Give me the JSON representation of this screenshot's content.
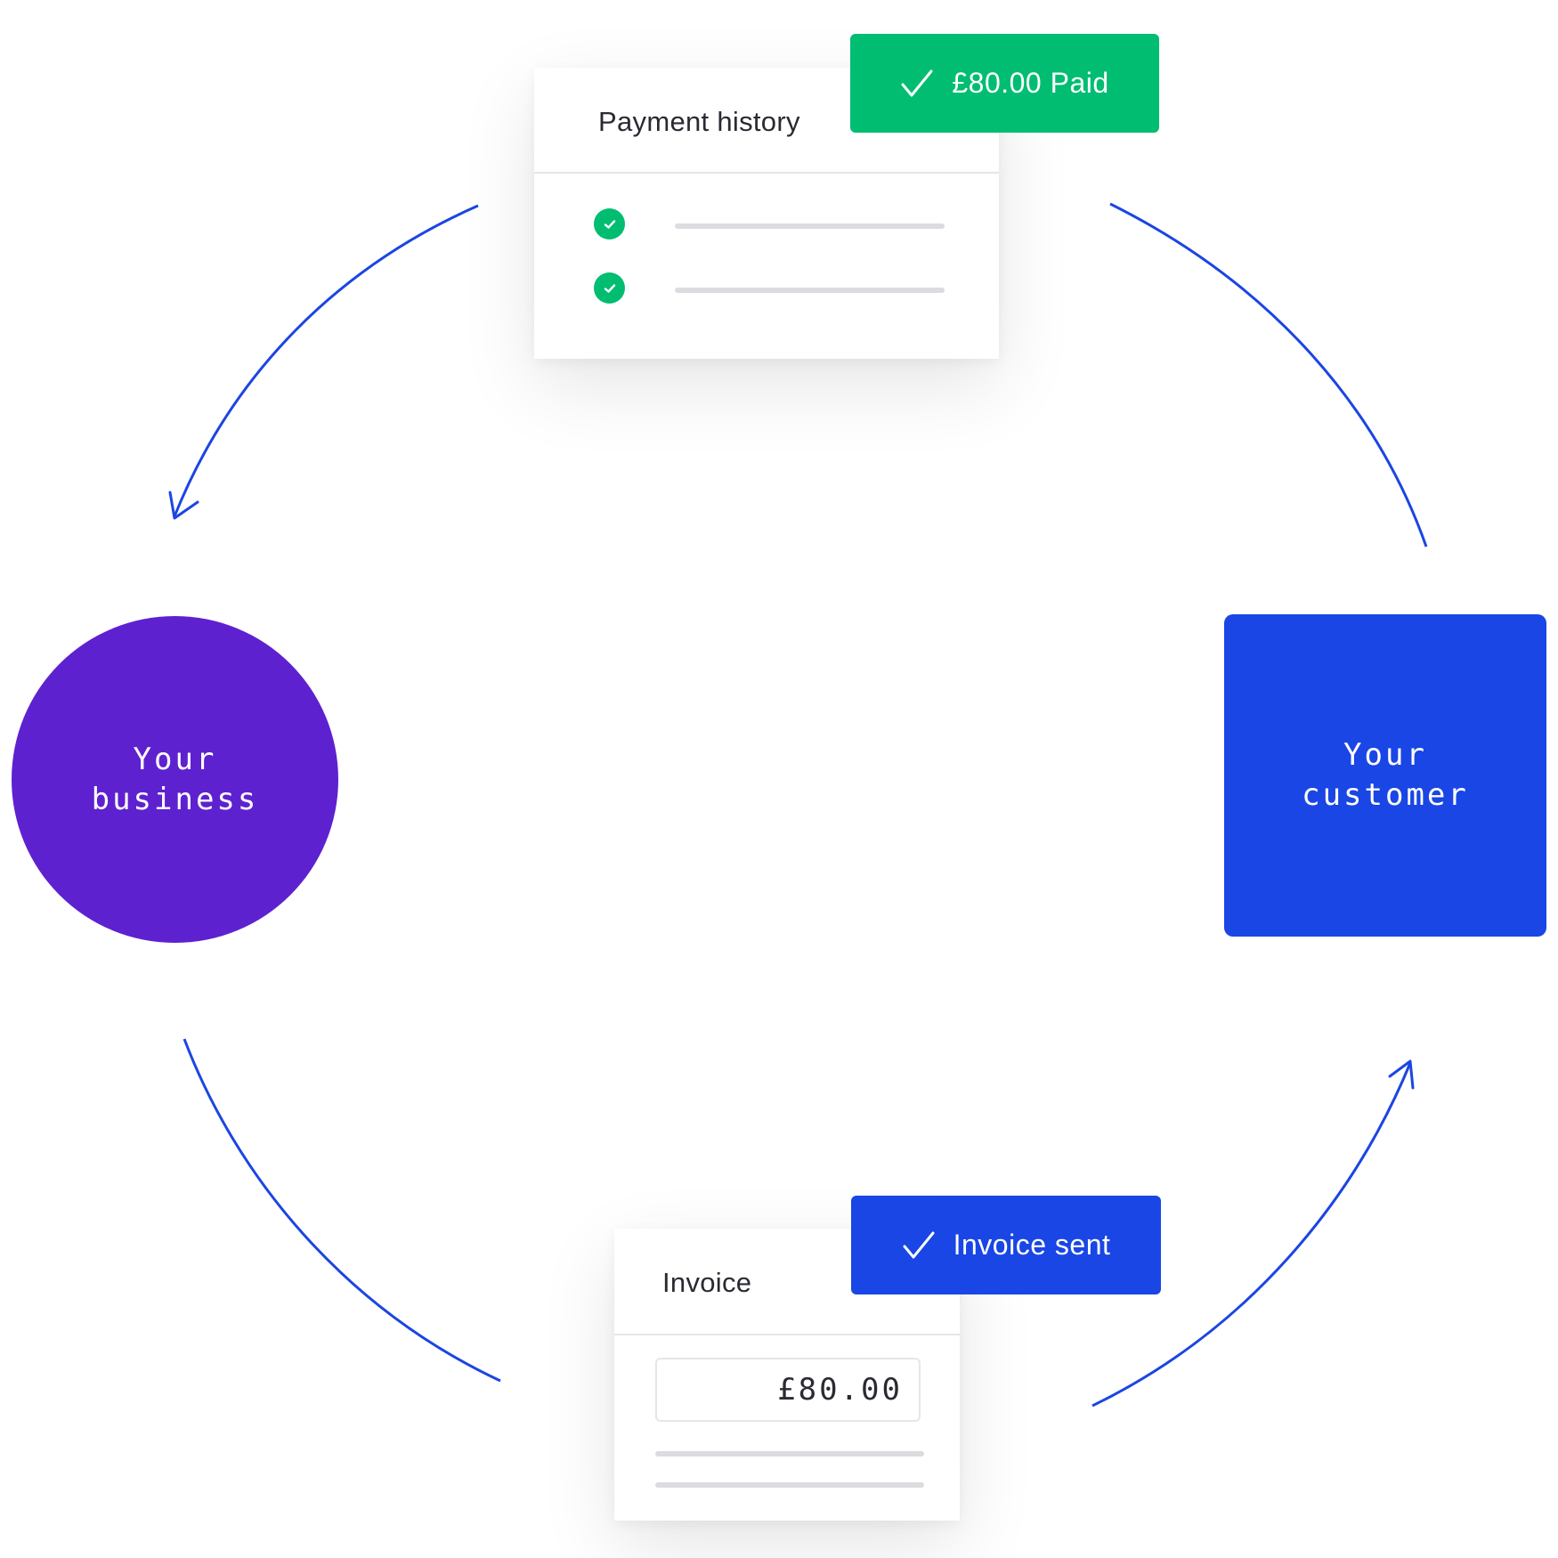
{
  "colors": {
    "arrow": "#1B45E3",
    "business": "#5E21D0",
    "customer": "#1946E5",
    "paid": "#00BD72",
    "sent": "#1946E5",
    "check_dot": "#00BD72"
  },
  "nodes": {
    "business_line1": "Your",
    "business_line2": "business",
    "customer_line1": "Your",
    "customer_line2": "customer"
  },
  "payment_history": {
    "title": "Payment history",
    "badge_icon": "checkmark-icon",
    "badge_label": "£80.00 Paid",
    "row_icon": "check-circle-icon"
  },
  "invoice": {
    "title": "Invoice",
    "badge_icon": "checkmark-icon",
    "badge_label": "Invoice sent",
    "amount": "£80.00"
  }
}
